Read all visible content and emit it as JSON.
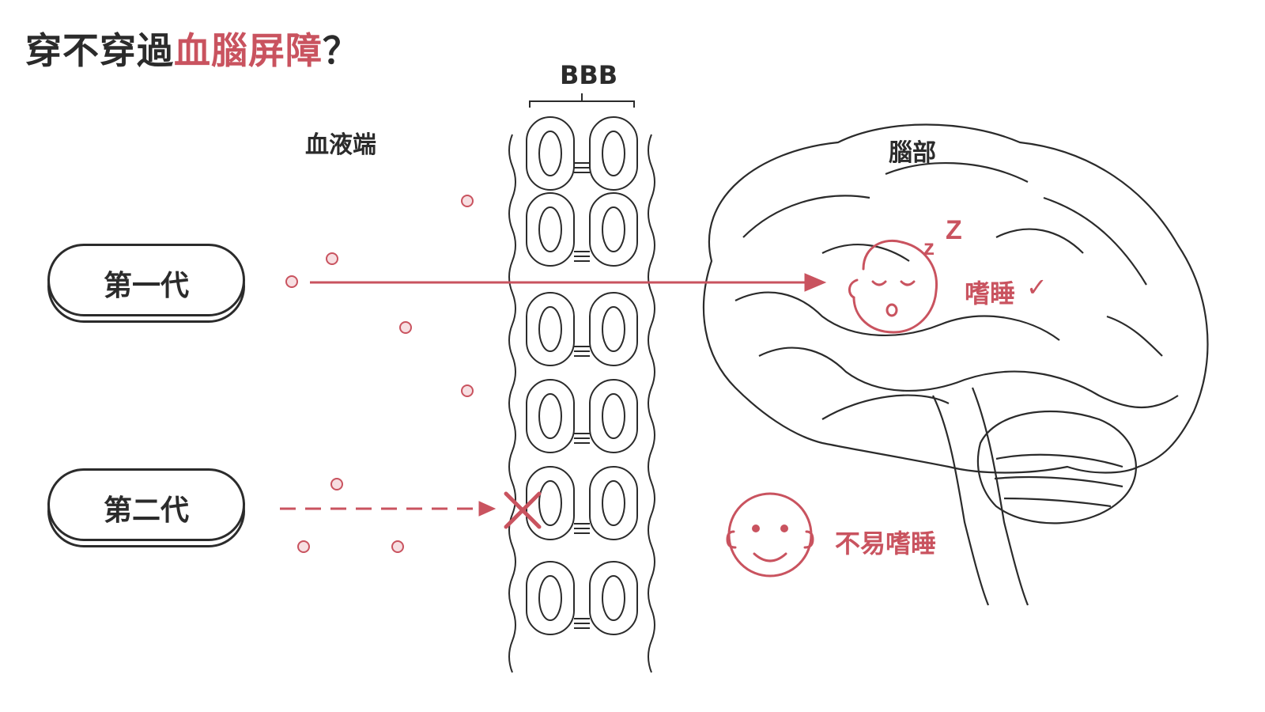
{
  "title": {
    "part1": "穿不穿過",
    "part2": "血腦屏障",
    "part3": "？"
  },
  "labels": {
    "bbb": "BBB",
    "blood_side": "血液端",
    "brain": "腦部",
    "sleepy": "嗜睡",
    "check": "✓",
    "not_sleepy": "不易嗜睡",
    "zzz": [
      "z",
      "Z"
    ]
  },
  "generations": [
    {
      "label": "第一代",
      "crosses_barrier": true
    },
    {
      "label": "第二代",
      "crosses_barrier": false
    }
  ],
  "colors": {
    "accent": "#c9535f",
    "ink": "#2b2b2b",
    "background": "#ffffff"
  }
}
